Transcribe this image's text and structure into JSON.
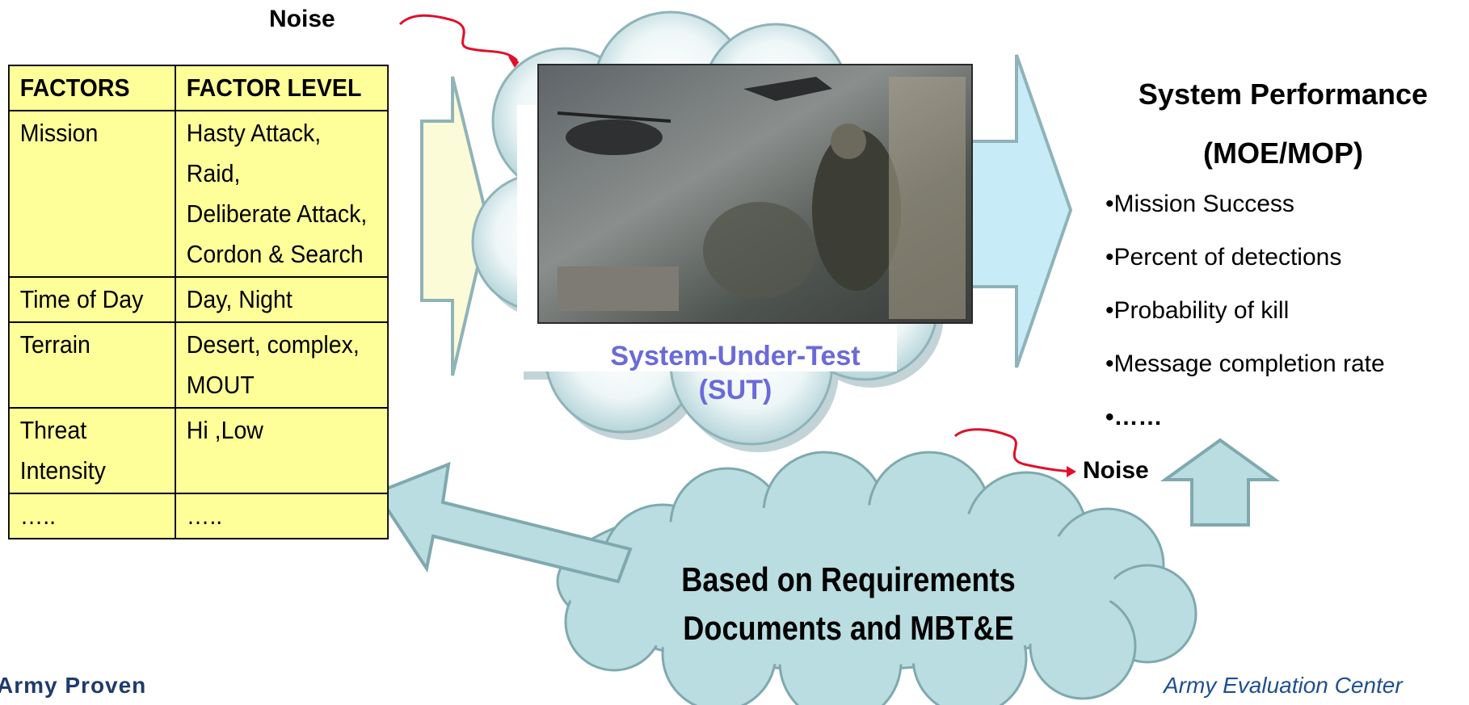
{
  "noise_top": "Noise",
  "noise_bottom": "Noise",
  "table": {
    "headers": [
      "FACTORS",
      "FACTOR LEVEL"
    ],
    "rows": [
      {
        "factor": "Mission",
        "level_lines": [
          "Hasty Attack, Raid,",
          "Deliberate Attack,",
          "Cordon & Search"
        ]
      },
      {
        "factor": "Time of Day",
        "level_lines": [
          "Day, Night"
        ]
      },
      {
        "factor": "Terrain",
        "level_lines": [
          "Desert, complex,",
          "MOUT"
        ]
      },
      {
        "factor_lines": [
          "Threat",
          "Intensity"
        ],
        "level_lines": [
          "Hi ,Low"
        ]
      },
      {
        "factor": "…..",
        "level_lines": [
          "….."
        ]
      }
    ]
  },
  "sut": {
    "line1": "System-Under-Test",
    "line2": "(SUT)"
  },
  "performance": {
    "title_line1": "System Performance",
    "title_line2": "(MOE/MOP)",
    "items": [
      "•Mission Success",
      "•Percent of detections",
      "•Probability of kill",
      "•Message completion rate",
      "•……"
    ]
  },
  "requirements": {
    "line1": "Based on Requirements",
    "line2": "Documents and MBT&E"
  },
  "footer": {
    "left": "Army Proven",
    "right": "Army Evaluation Center"
  },
  "colors": {
    "table_fill": "#ffff99",
    "cloud_fill": "#b9dde0",
    "arrow_fill": "#c7ebf7",
    "arrow_left_fill": "#fbfbd8",
    "sut_text": "#6a6ad8",
    "noise_line": "#e0102a"
  }
}
